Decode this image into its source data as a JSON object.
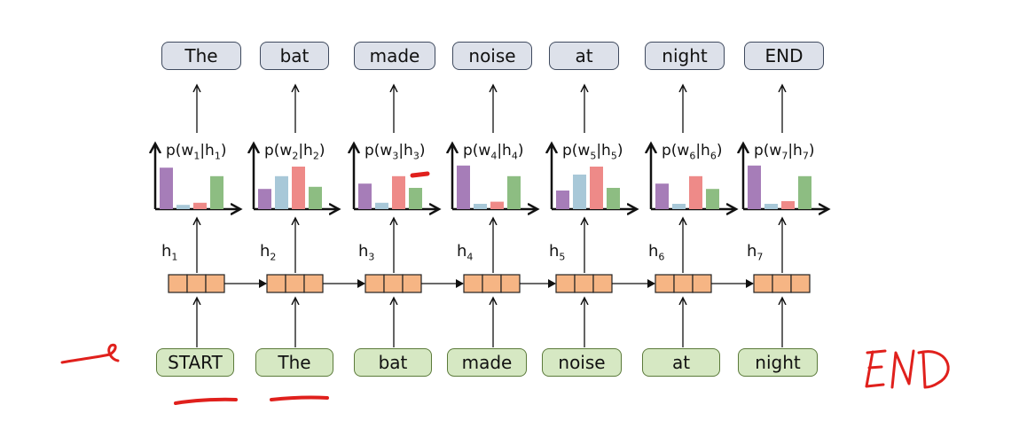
{
  "colors": {
    "output_box_fill": "#dde1ea",
    "input_box_fill": "#d6e8c3",
    "hidden_cell_fill": "#f6b584",
    "hidden_cell_border": "#222222",
    "bar_purple": "#a67db8",
    "bar_blue": "#a8c8d8",
    "bar_red": "#ee8a88",
    "bar_green": "#8dbd82",
    "annotation_red": "#e0201c"
  },
  "icons": {
    "arrow": "arrow-up-icon",
    "axes": "axes-icon"
  },
  "outputs": [
    "The",
    "bat",
    "made",
    "noise",
    "at",
    "night",
    "END"
  ],
  "inputs": [
    "START",
    "The",
    "bat",
    "made",
    "noise",
    "at",
    "night"
  ],
  "hidden_labels": [
    {
      "base": "h",
      "sub": "1"
    },
    {
      "base": "h",
      "sub": "2"
    },
    {
      "base": "h",
      "sub": "3"
    },
    {
      "base": "h",
      "sub": "4"
    },
    {
      "base": "h",
      "sub": "5"
    },
    {
      "base": "h",
      "sub": "6"
    },
    {
      "base": "h",
      "sub": "7"
    }
  ],
  "distributions": [
    {
      "p": "p(w",
      "wsub": "1",
      "bar": "|h",
      "hsub": "1",
      "close": ")",
      "values": [
        0.78,
        0.08,
        0.12,
        0.62
      ]
    },
    {
      "p": "p(w",
      "wsub": "2",
      "bar": "|h",
      "hsub": "2",
      "close": ")",
      "values": [
        0.38,
        0.62,
        0.8,
        0.42
      ]
    },
    {
      "p": "p(w",
      "wsub": "3",
      "bar": "|h",
      "hsub": "3",
      "close": ")",
      "values": [
        0.48,
        0.12,
        0.62,
        0.4
      ]
    },
    {
      "p": "p(w",
      "wsub": "4",
      "bar": "|h",
      "hsub": "4",
      "close": ")",
      "values": [
        0.82,
        0.1,
        0.14,
        0.62
      ]
    },
    {
      "p": "p(w",
      "wsub": "5",
      "bar": "|h",
      "hsub": "5",
      "close": ")",
      "values": [
        0.35,
        0.65,
        0.8,
        0.4
      ]
    },
    {
      "p": "p(w",
      "wsub": "6",
      "bar": "|h",
      "hsub": "6",
      "close": ")",
      "values": [
        0.48,
        0.1,
        0.62,
        0.38
      ]
    },
    {
      "p": "p(w",
      "wsub": "7",
      "bar": "|h",
      "hsub": "7",
      "close": ")",
      "values": [
        0.82,
        0.1,
        0.15,
        0.62
      ]
    }
  ],
  "annotations": {
    "end_text": "END"
  }
}
